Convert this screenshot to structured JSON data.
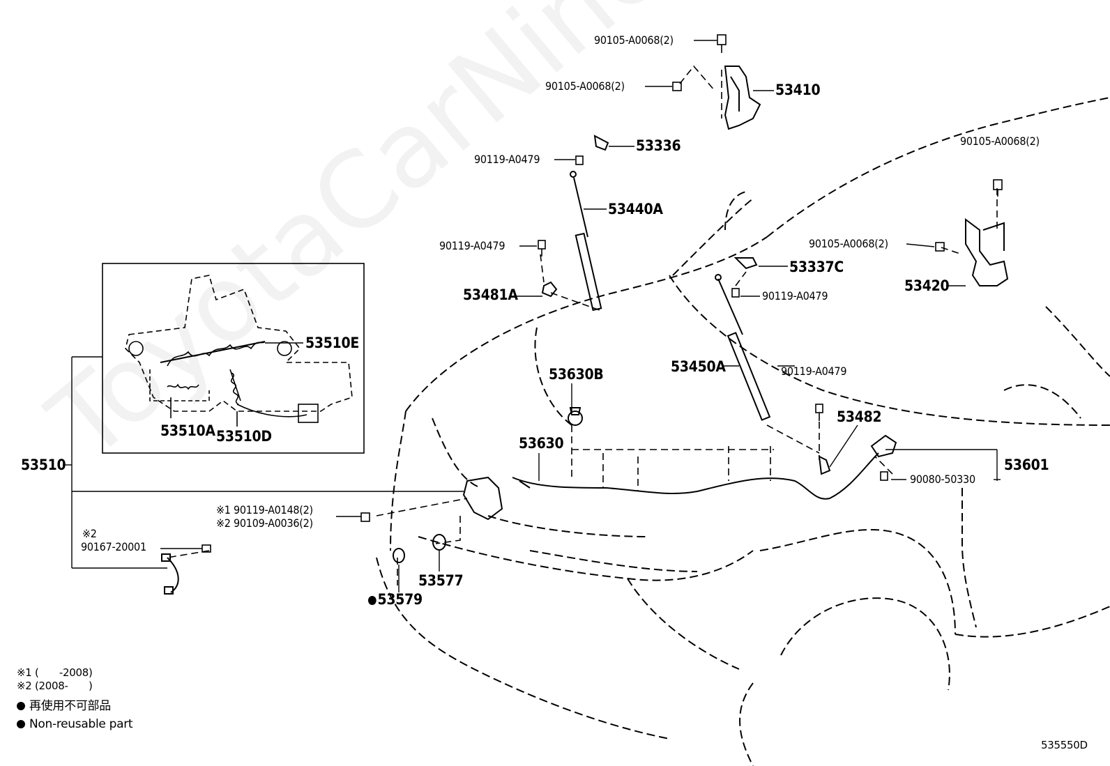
{
  "watermark": "ToyotaCarNiner.ru",
  "diagram_code": "535550D",
  "parts": {
    "p53410": "53410",
    "p53420": "53420",
    "p53336": "53336",
    "p53337C": "53337C",
    "p53440A": "53440A",
    "p53450A": "53450A",
    "p53481A": "53481A",
    "p53482": "53482",
    "p53510": "53510",
    "p53510E": "53510E",
    "p53510A": "53510A",
    "p53510D": "53510D",
    "p53630B": "53630B",
    "p53630": "53630",
    "p53601": "53601",
    "p53577": "53577",
    "p53579": "53579"
  },
  "bolts": {
    "b_top": "90105-A0068(2)",
    "b_53410": "90105-A0068(2)",
    "b_right_top": "90105-A0068(2)",
    "b_53420": "90105-A0068(2)",
    "b_53336": "90119-A0479",
    "b_53481": "90119-A0479",
    "b_53337": "90119-A0479",
    "b_53482": "90119-A0479",
    "b_latch1": "90119-A0148(2)",
    "b_latch2": "90109-A0036(2)",
    "b_wire": "90167-20001",
    "b_53601": "90080-50330"
  },
  "marks": {
    "m1": "※1",
    "m2": "※2",
    "m2_wire": "※2"
  },
  "notes": {
    "note1": "※1 (　　-2008)",
    "note2": "※2 (2008-　　)",
    "legend_jp": "再使用不可部品",
    "legend_en": "Non-reusable part"
  }
}
